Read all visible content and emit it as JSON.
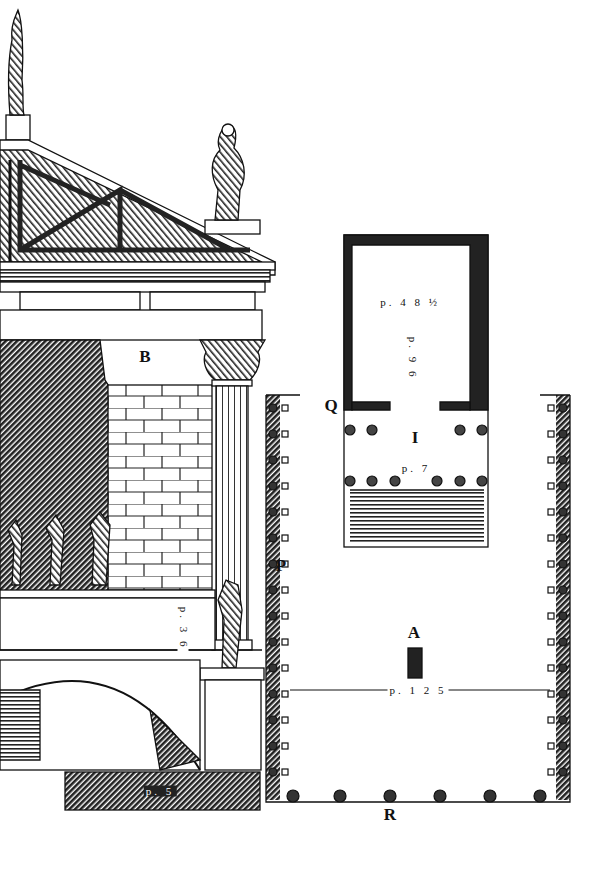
{
  "diagram": {
    "labels": [
      "B",
      "Q",
      "I",
      "P",
      "A",
      "R",
      "p. 4 8 ½",
      "p. 9 6",
      "p. 7",
      "p. 1 2 5",
      "p. 3 6",
      "p. 5"
    ]
  }
}
